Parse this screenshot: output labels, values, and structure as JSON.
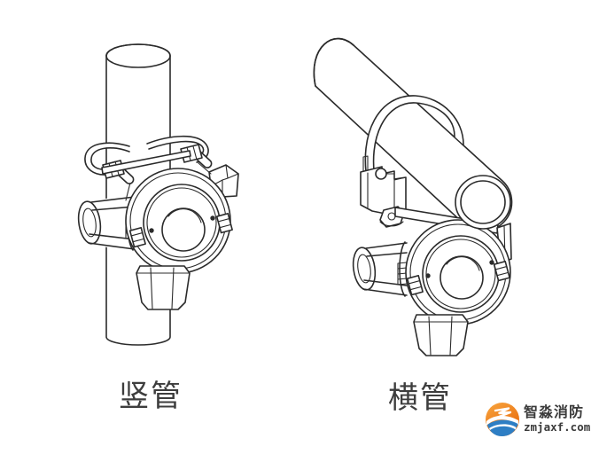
{
  "page": {
    "background": "#ffffff"
  },
  "figures": [
    {
      "label": "竖管"
    },
    {
      "label": "横管"
    }
  ],
  "watermark": {
    "brand_name": "智淼消防",
    "domain": "zmjaxf.com"
  },
  "colors": {
    "background": "#ffffff",
    "line": "#2b2b2b",
    "label_text": "#3d3d3d",
    "watermark_text": "#3a3a3a",
    "logo_orange": "#f59a33",
    "logo_orange_dark": "#e8690b",
    "logo_blue": "#2e7ec4"
  }
}
